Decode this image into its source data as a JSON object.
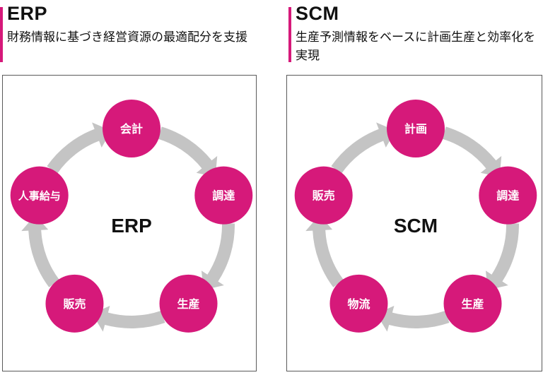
{
  "panels": [
    {
      "title": "ERP",
      "description": "財務情報に基づき経営資源の最適配分を支援",
      "center_label": "ERP",
      "nodes": [
        "会計",
        "調達",
        "生産",
        "販売",
        "人事給与"
      ]
    },
    {
      "title": "SCM",
      "description": "生産予測情報をベースに計画生産と効率化を実現",
      "center_label": "SCM",
      "nodes": [
        "計画",
        "調達",
        "生産",
        "物流",
        "販売"
      ]
    }
  ],
  "colors": {
    "node_fill": "#d6197a",
    "arrow_fill": "#c4c4c4",
    "accent": "#d6197a",
    "text_dark": "#111111"
  }
}
